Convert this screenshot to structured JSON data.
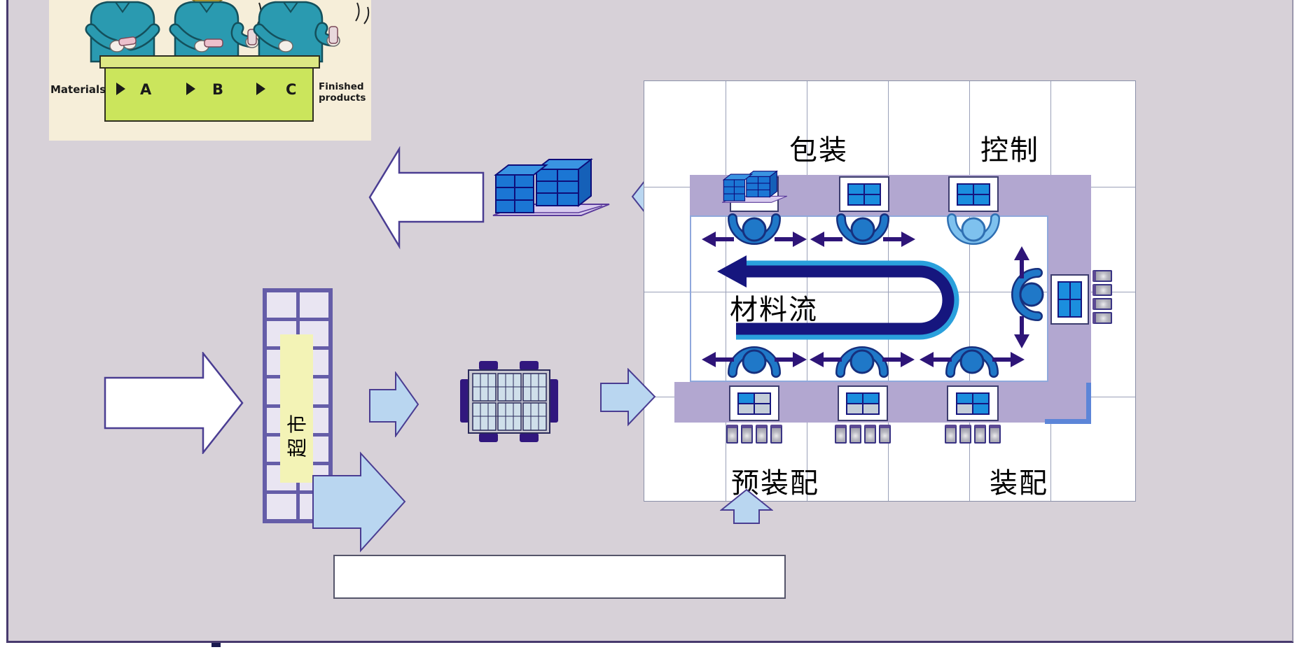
{
  "slide": {
    "bg": "#d7d1d8",
    "frame_color": "#473a6e"
  },
  "inset": {
    "bg": "#f6eed9",
    "materials_label": "Materials",
    "station_a": "A",
    "station_b": "B",
    "station_c": "C",
    "finished_line1": "Finished",
    "finished_line2": "products"
  },
  "plant": {
    "area_labels": {
      "packaging": "包装",
      "control": "控制",
      "material_flow": "材料流",
      "pre_assembly": "预装配",
      "assembly": "装配"
    },
    "supermarket_label": "超市",
    "machines": {
      "packaging": [
        [
          "b",
          "b",
          "b",
          "b"
        ],
        [
          "b",
          "b",
          "b",
          "b"
        ]
      ],
      "assembly": [
        [
          "b",
          "g",
          "g",
          "g"
        ],
        [
          "b",
          "b",
          "g",
          "g"
        ],
        [
          "b",
          "b",
          "g",
          "b"
        ]
      ],
      "side": [
        [
          "b",
          "b",
          "b",
          "b"
        ]
      ]
    },
    "worker_count": 7,
    "bin_sets": 4
  },
  "colors": {
    "band_lavender": "#b2a7d0",
    "flow_navy": "#16167e",
    "flow_cyan": "#2aa0dc",
    "worker_blue": "#1f78c8",
    "worker_light_blue": "#7ec1ee",
    "machine_blue": "#1b8ede",
    "machine_gray": "#c3cdd8",
    "arrow_dark_purple": "#2e1578",
    "light_blue_arrow": "#b9d6f0",
    "rack_purple": "#655da8",
    "supermarket_yellow": "#f3f3b6",
    "pallet_blue": "#1b76d4",
    "bench_green": "#cbe55c",
    "inset_teal": "#2a9ab0"
  }
}
